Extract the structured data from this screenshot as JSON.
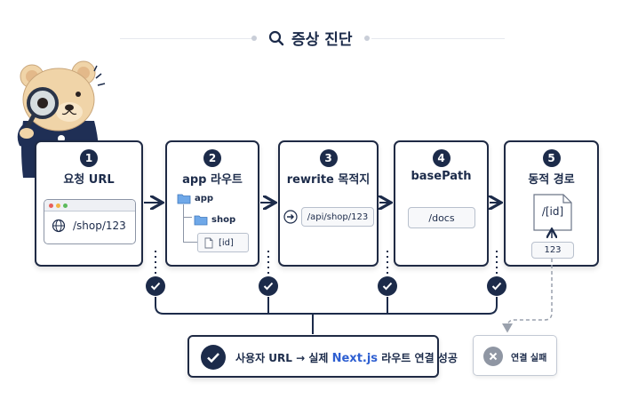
{
  "header": {
    "title": "증상 진단",
    "icon": "magnifier-icon"
  },
  "steps": [
    {
      "number": "1",
      "title": "요청 URL",
      "url": "/shop/123"
    },
    {
      "number": "2",
      "title": "app 라우트",
      "tree": [
        "app",
        "shop",
        "[id]"
      ]
    },
    {
      "number": "3",
      "title": "rewrite 목적지",
      "destination": "/api/shop/123"
    },
    {
      "number": "4",
      "title": "basePath",
      "value": "/docs"
    },
    {
      "number": "5",
      "title": "동적 경로",
      "file": "/[id]",
      "param": "123"
    }
  ],
  "result": {
    "success_prefix": "사용자 URL → 실제 ",
    "success_highlight": "Next.js",
    "success_suffix": " 라우트 연결 성공",
    "failure": "연결 실패"
  },
  "colors": {
    "navy": "#1c2b4a",
    "accent_blue": "#2e5fd1",
    "folder_blue": "#6fa8e8",
    "fail_gray": "#8f96a3"
  }
}
